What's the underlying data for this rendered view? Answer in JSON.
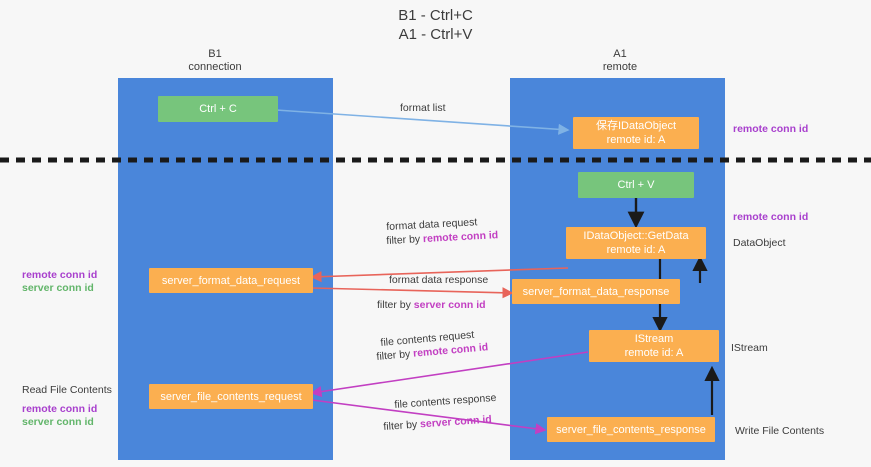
{
  "page": {
    "title_line1": "B1 - Ctrl+C",
    "title_line2": "A1 - Ctrl+V",
    "background": "#f7f7f7"
  },
  "colors": {
    "lane_blue": "#4a86da",
    "node_green": "#77c57c",
    "node_orange": "#fbaf50",
    "text_dark": "#3c3c3c",
    "purple": "#a83fcd",
    "green_text": "#62b56a",
    "magenta": "#c23fc2",
    "arrow_red": "#e8645a",
    "arrow_blue": "#7fb2e5",
    "arrow_black": "#1a1a1a",
    "divider": "#1a1a1a"
  },
  "columns": [
    {
      "id": "b1",
      "line1": "B1",
      "line2": "connection"
    },
    {
      "id": "a1",
      "line1": "A1",
      "line2": "remote"
    }
  ],
  "nodes": [
    {
      "id": "ctrl-c",
      "kind": "green",
      "line1": "Ctrl + C",
      "line2": ""
    },
    {
      "id": "idataobject-stored",
      "kind": "orange",
      "line1": "保存IDataObject",
      "line2": "remote id: A"
    },
    {
      "id": "ctrl-v",
      "kind": "green",
      "line1": "Ctrl + V",
      "line2": ""
    },
    {
      "id": "idataobject-getdata",
      "kind": "orange",
      "line1": "IDataObject::GetData",
      "line2": "remote id: A"
    },
    {
      "id": "server-format-data-request",
      "kind": "orange",
      "line1": "server_format_data_request",
      "line2": ""
    },
    {
      "id": "server-format-data-response",
      "kind": "orange",
      "line1": "server_format_data_response",
      "line2": ""
    },
    {
      "id": "istream",
      "kind": "orange",
      "line1": "IStream",
      "line2": "remote id: A"
    },
    {
      "id": "server-file-contents-request",
      "kind": "orange",
      "line1": "server_file_contents_request",
      "line2": ""
    },
    {
      "id": "server-file-contents-response",
      "kind": "orange",
      "line1": "server_file_contents_response",
      "line2": ""
    }
  ],
  "edge_labels": {
    "format_list": "format list",
    "format_data_request": "format data request",
    "format_data_request_filter_prefix": "filter by ",
    "format_data_request_filter_value": "remote conn id",
    "format_data_response": "format data response",
    "format_data_response_filter_prefix": "filter by ",
    "format_data_response_filter_value": "server conn id",
    "file_contents_request": "file contents request",
    "file_contents_request_filter_prefix": "filter by ",
    "file_contents_request_filter_value": "remote conn id",
    "file_contents_response": "file contents response",
    "file_contents_response_filter_prefix": "filter by ",
    "file_contents_response_filter_value": "server conn id"
  },
  "side_labels": {
    "right_remote_conn_id_top": "remote conn id",
    "right_remote_conn_id_mid": "remote conn id",
    "right_dataobject": "DataObject",
    "right_istream": "IStream",
    "right_write_file_contents": "Write File Contents",
    "left_remote_conn_id_mid": "remote conn id",
    "left_server_conn_id_mid": "server conn id",
    "left_read_file_contents": "Read File Contents",
    "left_remote_conn_id_bottom": "remote conn id",
    "left_server_conn_id_bottom": "server conn id"
  }
}
